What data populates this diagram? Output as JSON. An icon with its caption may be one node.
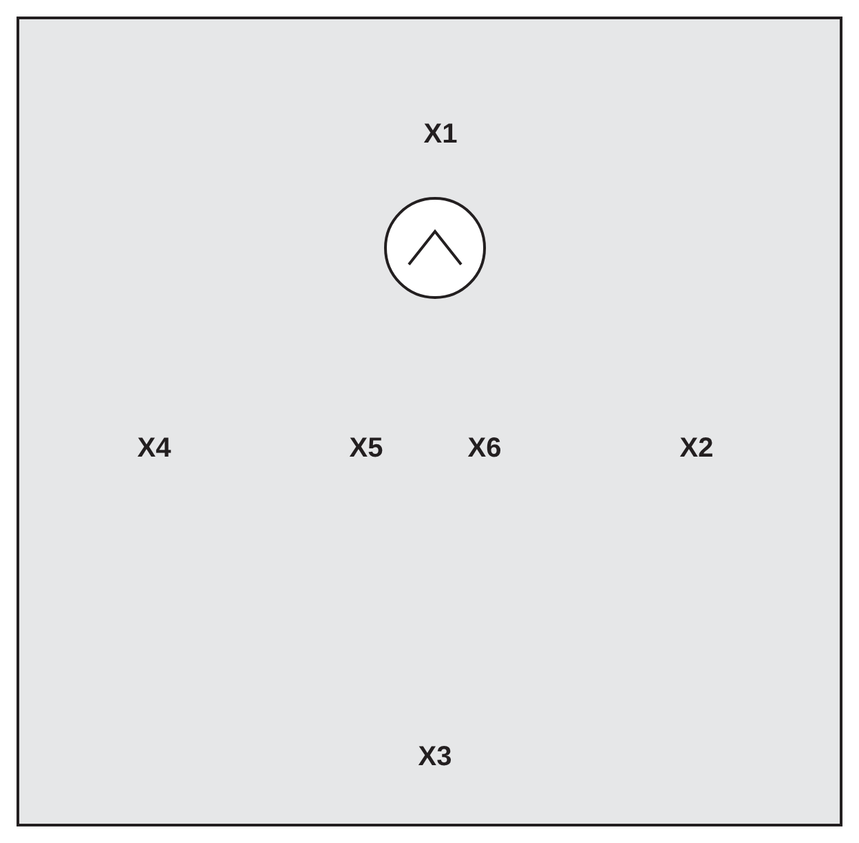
{
  "diagram": {
    "labels": [
      "X1",
      "X4",
      "X5",
      "X6",
      "X2",
      "X3"
    ]
  }
}
